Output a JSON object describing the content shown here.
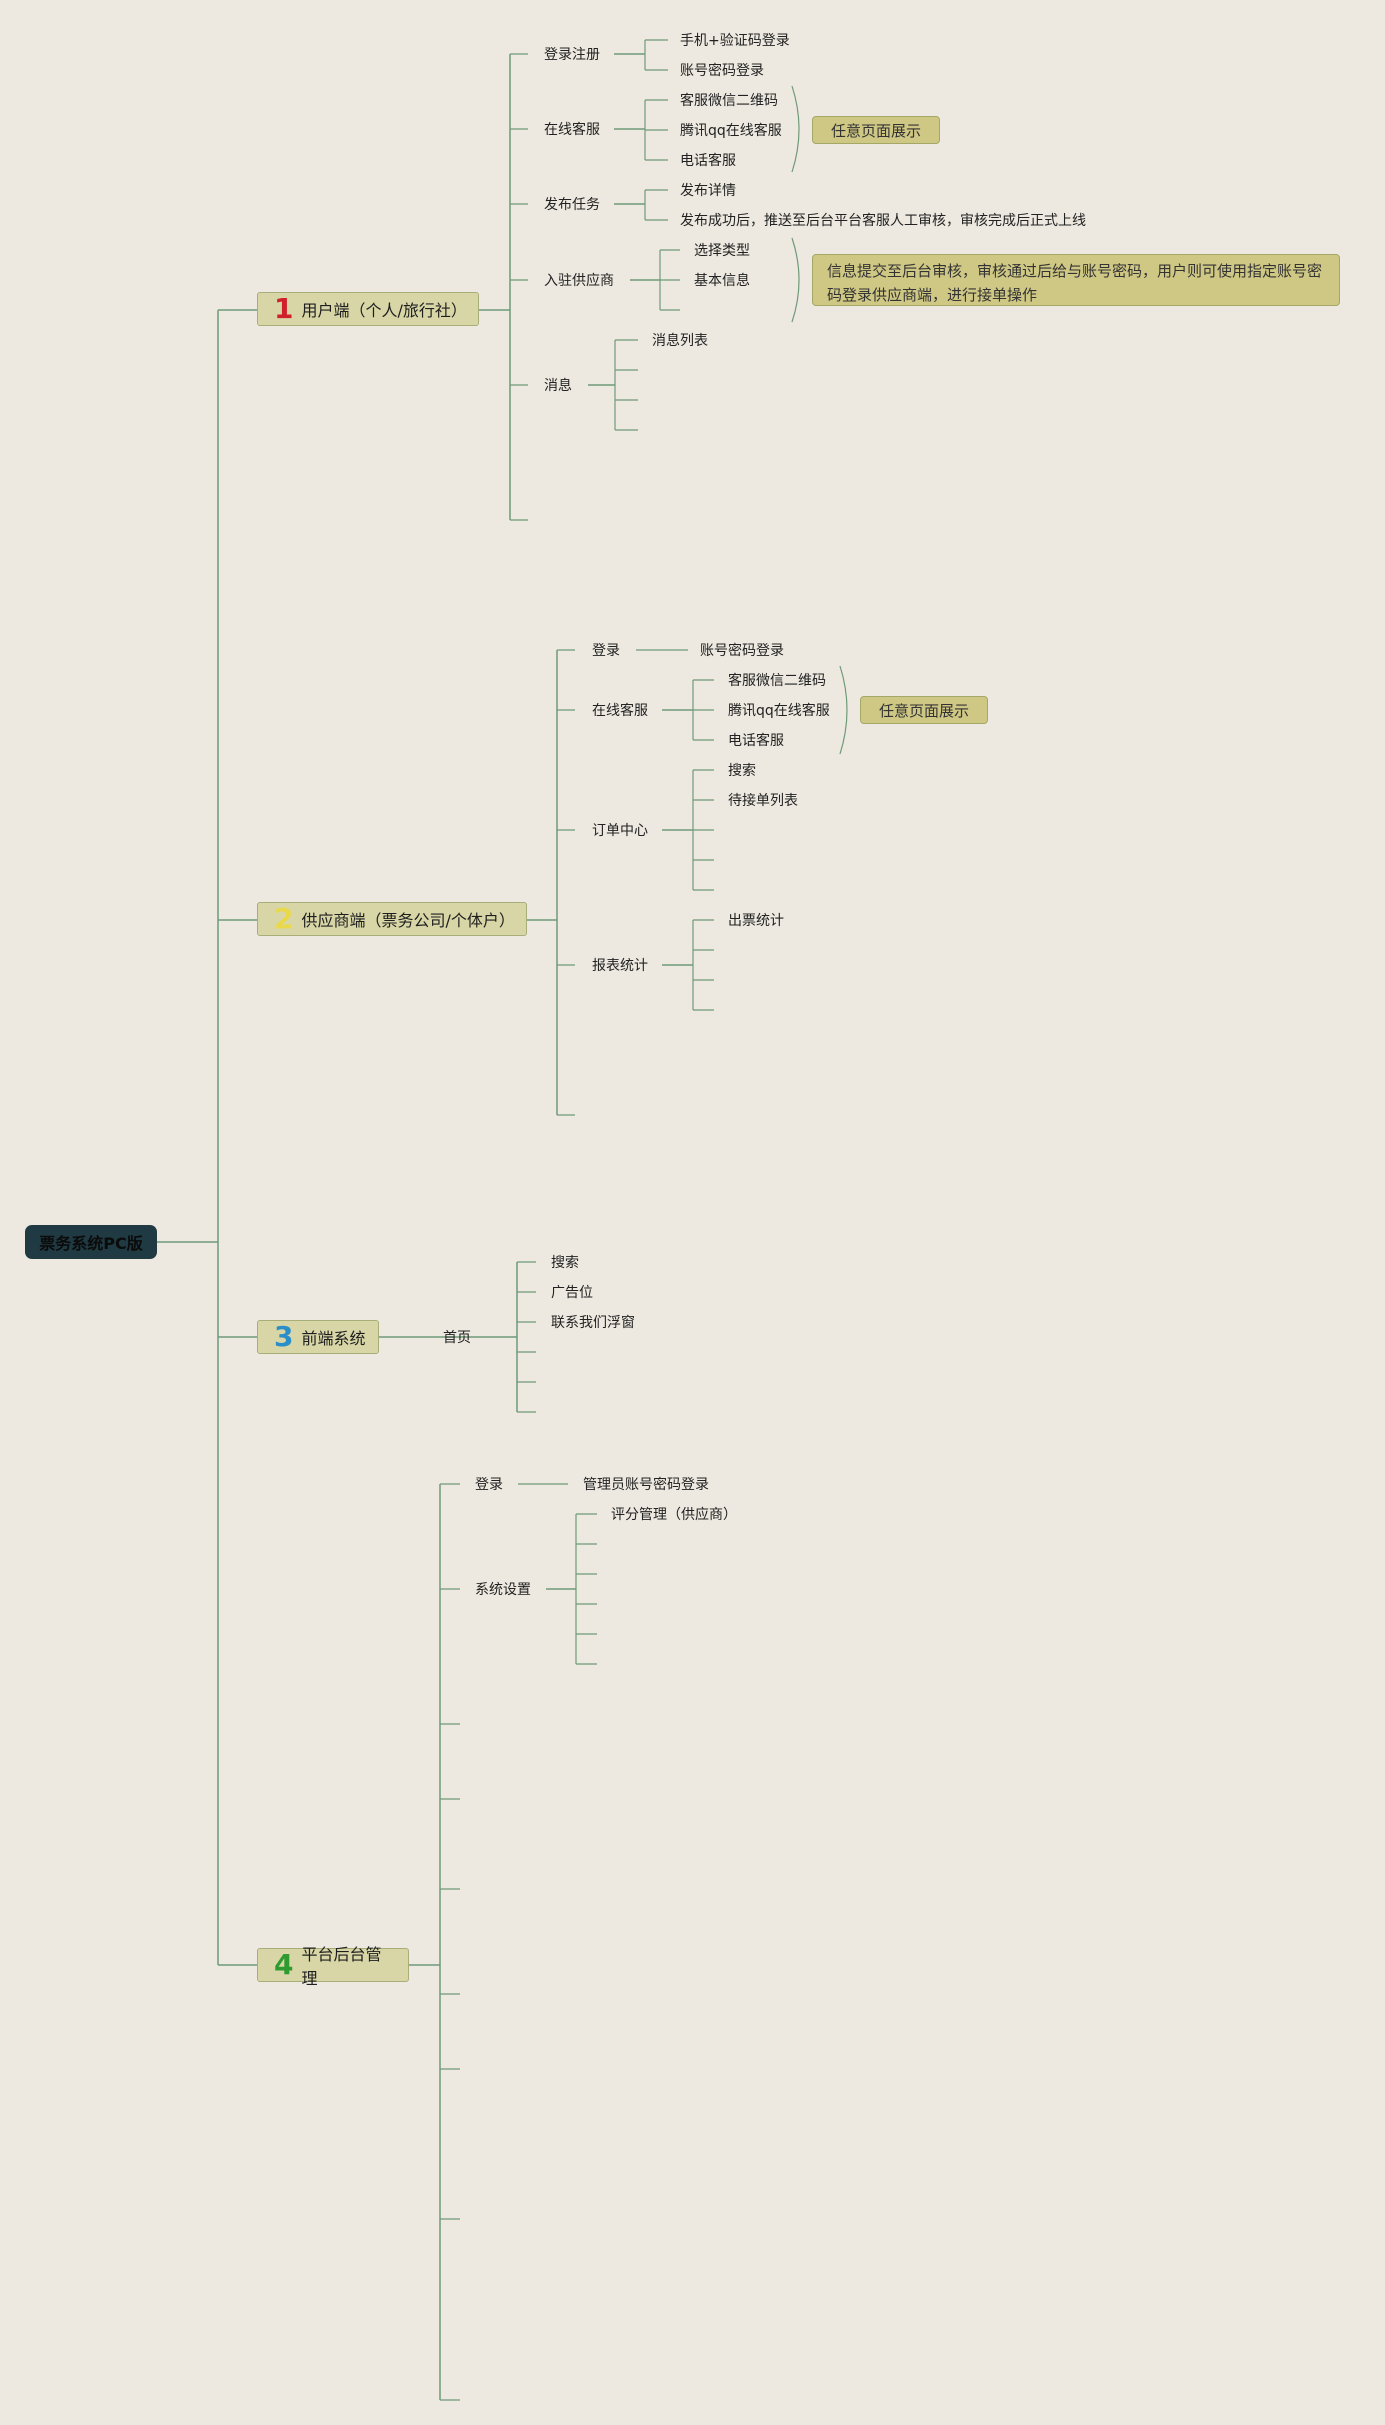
{
  "root": {
    "label": "票务系统PC版"
  },
  "branch1": {
    "number": "1",
    "number_color": "#d0202a",
    "label": "用户端（个人/旅行社）",
    "groups": {
      "login": {
        "label": "登录注册",
        "items": [
          "手机+验证码登录",
          "账号密码登录"
        ]
      },
      "service": {
        "label": "在线客服",
        "items": [
          "客服微信二维码",
          "腾讯qq在线客服",
          "电话客服"
        ]
      },
      "task": {
        "label": "发布任务",
        "items": [
          "发布详情",
          "发布成功后，推送至后台平台客服人工审核，审核完成后正式上线"
        ]
      },
      "supplier": {
        "label": "入驻供应商",
        "items": [
          "选择类型",
          "基本信息"
        ]
      },
      "message": {
        "label": "消息",
        "items": [
          "消息列表"
        ]
      }
    },
    "notes": {
      "service": "任意页面展示",
      "supplier": "信息提交至后台审核，审核通过后给与账号密码，用户则可使用指定账号密码登录供应商端，进行接单操作"
    }
  },
  "branch2": {
    "number": "2",
    "number_color": "#e8d84a",
    "label": "供应商端（票务公司/个体户）",
    "groups": {
      "login": {
        "label": "登录",
        "items": [
          "账号密码登录"
        ]
      },
      "service": {
        "label": "在线客服",
        "items": [
          "客服微信二维码",
          "腾讯qq在线客服",
          "电话客服"
        ]
      },
      "orders": {
        "label": "订单中心",
        "items": [
          "搜索",
          "待接单列表"
        ]
      },
      "reports": {
        "label": "报表统计",
        "items": [
          "出票统计"
        ]
      }
    },
    "notes": {
      "service": "任意页面展示"
    }
  },
  "branch3": {
    "number": "3",
    "number_color": "#2a8fc8",
    "label": "前端系统",
    "groups": {
      "home": {
        "label": "首页",
        "items": [
          "搜索",
          "广告位",
          "联系我们浮窗"
        ]
      }
    }
  },
  "branch4": {
    "number": "4",
    "number_color": "#2f9a2f",
    "label": "平台后台管理",
    "groups": {
      "login": {
        "label": "登录",
        "items": [
          "管理员账号密码登录"
        ]
      },
      "settings": {
        "label": "系统设置",
        "items": [
          "评分管理（供应商）"
        ]
      }
    }
  },
  "colors": {
    "line": "#6f9a7a",
    "background": "#ede9e0",
    "branch_fill": "#d8d6a6",
    "note_fill": "#cfc784",
    "root_fill": "#1f3a42"
  }
}
